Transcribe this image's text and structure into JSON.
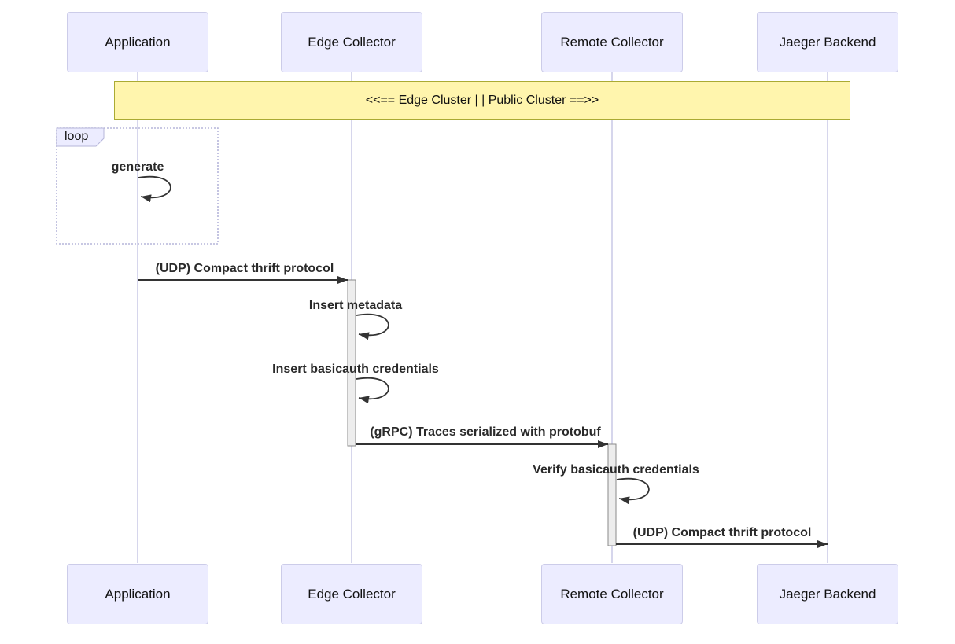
{
  "diagram_type": "sequence-diagram",
  "actors": [
    {
      "label": "Application"
    },
    {
      "label": "Edge Collector"
    },
    {
      "label": "Remote Collector"
    },
    {
      "label": "Jaeger Backend"
    }
  ],
  "note": {
    "text": "<<== Edge Cluster | | Public Cluster ==>>"
  },
  "loop": {
    "label": "loop",
    "messages": [
      {
        "from": "Application",
        "to": "Application",
        "label": "generate",
        "type": "self"
      }
    ]
  },
  "messages": [
    {
      "from": "Application",
      "to": "Edge Collector",
      "label": "(UDP) Compact thrift protocol",
      "type": "arrow"
    },
    {
      "from": "Edge Collector",
      "to": "Edge Collector",
      "label": "Insert metadata",
      "type": "self"
    },
    {
      "from": "Edge Collector",
      "to": "Edge Collector",
      "label": "Insert basicauth credentials",
      "type": "self"
    },
    {
      "from": "Edge Collector",
      "to": "Remote Collector",
      "label": "(gRPC) Traces serialized with protobuf",
      "type": "arrow"
    },
    {
      "from": "Remote Collector",
      "to": "Remote Collector",
      "label": "Verify basicauth credentials",
      "type": "self"
    },
    {
      "from": "Remote Collector",
      "to": "Jaeger Backend",
      "label": "(UDP) Compact thrift protocol",
      "type": "arrow"
    }
  ],
  "colors": {
    "actor_fill": "#ECECFF",
    "actor_border": "#CCCCE9",
    "note_fill": "#FFF5AD",
    "note_border": "#AAAA33",
    "lifeline": "#CCCCE8",
    "activation_fill": "#EDEDED",
    "activation_border": "#8A8A8A",
    "arrow": "#333333",
    "loop_border": "#B6B6DA",
    "label_box_fill": "#ECECFF",
    "message_text": "#2A2A2A"
  }
}
